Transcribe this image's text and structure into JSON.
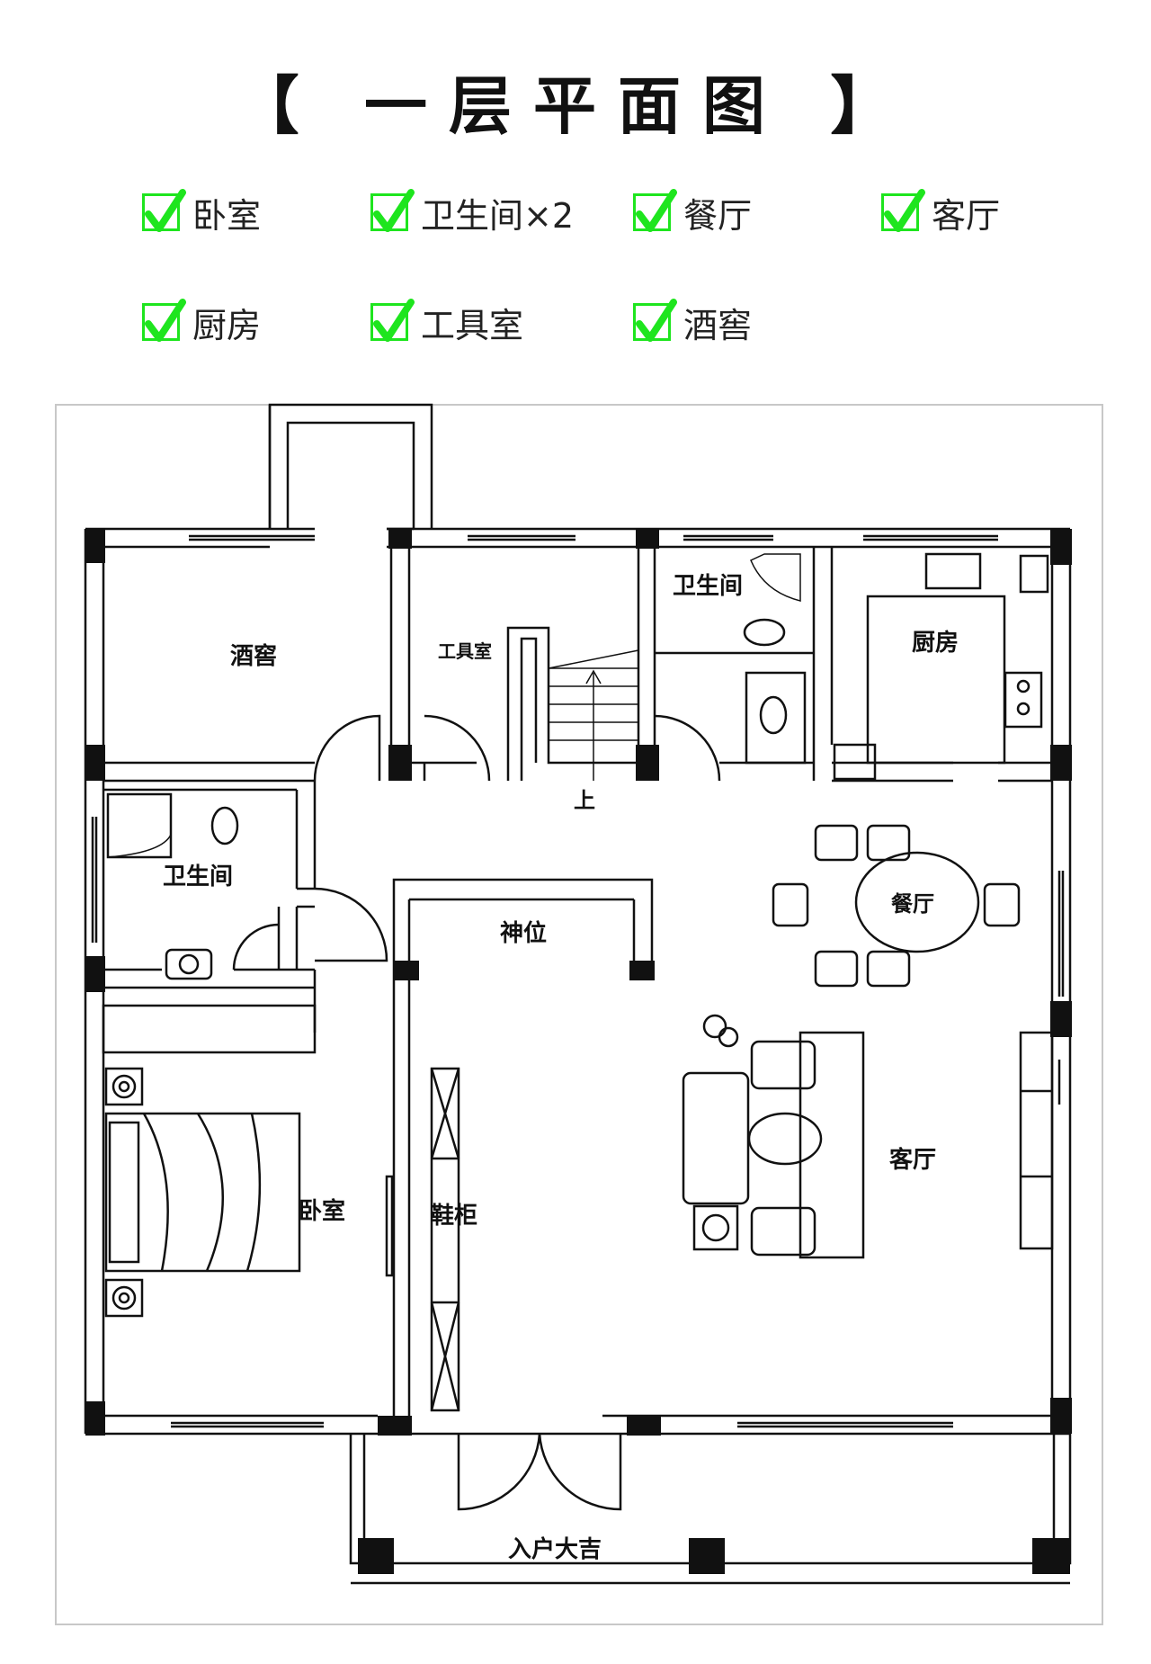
{
  "title": "【  一层平面图  】",
  "colors": {
    "check": "#1ee51e",
    "wall": "#111111",
    "background": "#ffffff"
  },
  "features": [
    {
      "label": "卧室",
      "icon": "green-check-icon"
    },
    {
      "label": "卫生间×2",
      "icon": "green-check-icon"
    },
    {
      "label": "餐厅",
      "icon": "green-check-icon"
    },
    {
      "label": "客厅",
      "icon": "green-check-icon"
    },
    {
      "label": "厨房",
      "icon": "green-check-icon"
    },
    {
      "label": "工具室",
      "icon": "green-check-icon"
    },
    {
      "label": "酒窖",
      "icon": "green-check-icon"
    }
  ],
  "rooms": {
    "wine_cellar": "酒窖",
    "tool_room": "工具室",
    "bath_top": "卫生间",
    "kitchen": "厨房",
    "bath_left": "卫生间",
    "shrine": "神位",
    "dining": "餐厅",
    "bedroom": "卧室",
    "shoe_cabinet": "鞋柜",
    "living": "客厅",
    "entrance": "入户大吉",
    "stairs_up": "上"
  }
}
